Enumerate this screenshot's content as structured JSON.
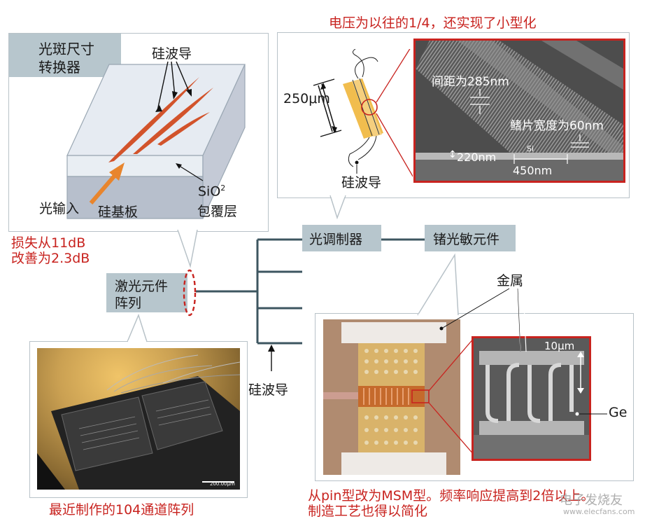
{
  "spot_converter": {
    "title_line1": "光斑尺寸",
    "title_line2": "转换器",
    "waveguide_label": "硅波导",
    "light_input_label": "光输入",
    "substrate_label": "硅基板",
    "cladding_label_main": "SiO",
    "cladding_label_sup": "2",
    "cladding_label_line2": "包覆层"
  },
  "loss_note": {
    "line1": "损失从11dB",
    "line2": "改善为2.3dB"
  },
  "laser_array": {
    "line1": "激光元件",
    "line2": "阵列"
  },
  "modulator": {
    "heading": "电压为以往的1/4，还实现了小型化",
    "length_label": "250μm",
    "waveguide_label": "硅波导",
    "spacing_label": "间距为285nm",
    "fin_width_label": "鳍片宽度为60nm",
    "height_label": "220nm",
    "width_label": "450nm",
    "si_label": "Si"
  },
  "blocks": {
    "modulator_label": "光调制器",
    "ge_detector_label": "锗光敏元件",
    "waveguide_label": "硅波导"
  },
  "array_photo": {
    "caption": "最近制作的104通道阵列",
    "scale_label": "200.00μm"
  },
  "ge_detector": {
    "metal_label": "金属",
    "scale_label": "10μm",
    "ge_label": "Ge",
    "caption_line1": "从pin型改为MSM型。频率响应提高到2倍以上。",
    "caption_line2": "制造工艺也得以简化"
  },
  "watermark": {
    "text": "电子发烧友",
    "site": "www.elecfans.com"
  },
  "colors": {
    "accent_red": "#c8231f",
    "callout_gray": "#b7c6cd",
    "bus_line": "#3d5660",
    "waveguide_orange": "#d2532b"
  }
}
